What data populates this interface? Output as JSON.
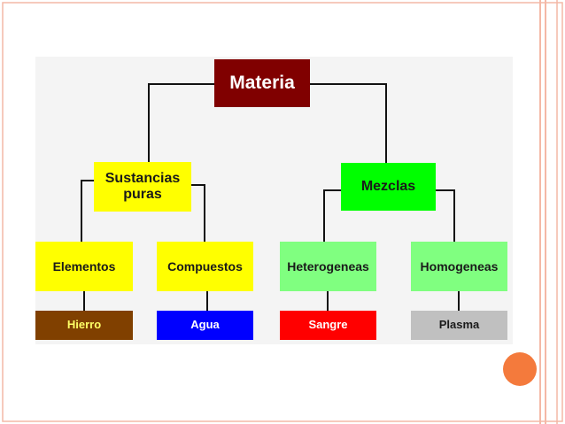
{
  "colors": {
    "border_pink": "#f4b8a6",
    "diagram_bg": "#f4f4f4",
    "accent_dot": "#f47a3c"
  },
  "diagram": {
    "root": {
      "label": "Materia",
      "bg": "#800000",
      "fg": "#ffffff"
    },
    "branches": [
      {
        "label": "Sustancias\npuras",
        "bg": "#ffff00",
        "fg": "#1a1a1a",
        "children": [
          {
            "label": "Elementos",
            "bg": "#ffff00",
            "fg": "#1a1a1a",
            "example": {
              "label": "Hierro",
              "bg": "#804000",
              "fg": "#ffff66"
            }
          },
          {
            "label": "Compuestos",
            "bg": "#ffff00",
            "fg": "#1a1a1a",
            "example": {
              "label": "Agua",
              "bg": "#0000ff",
              "fg": "#ffffff"
            }
          }
        ]
      },
      {
        "label": "Mezclas",
        "bg": "#00ff00",
        "fg": "#1a1a1a",
        "children": [
          {
            "label": "Heterogeneas",
            "bg": "#80ff80",
            "fg": "#1a1a1a",
            "example": {
              "label": "Sangre",
              "bg": "#ff0000",
              "fg": "#ffffff"
            }
          },
          {
            "label": "Homogeneas",
            "bg": "#80ff80",
            "fg": "#1a1a1a",
            "example": {
              "label": "Plasma",
              "bg": "#c0c0c0",
              "fg": "#1a1a1a"
            }
          }
        ]
      }
    ]
  }
}
